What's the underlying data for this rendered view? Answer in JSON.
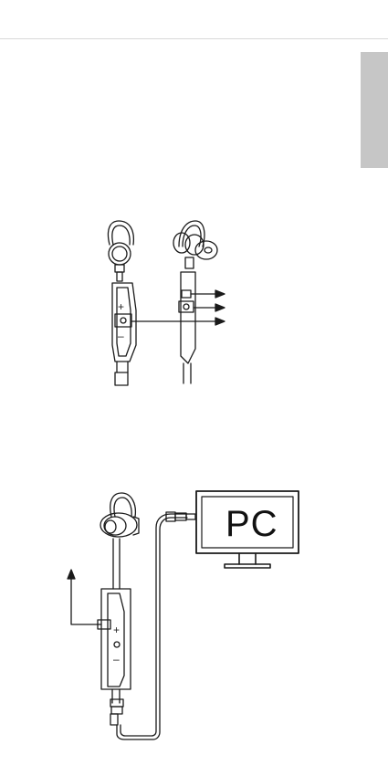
{
  "figure_top": {
    "symbols": {
      "plus": "+",
      "minus": "–"
    }
  },
  "figure_bottom": {
    "screen_label": "PC",
    "symbols": {
      "plus": "+",
      "minus": "–"
    }
  },
  "icons": [
    "earphone-left-drawing",
    "earphone-right-drawing",
    "callout-arrow-icon",
    "monitor-icon",
    "usb-cable-drawing"
  ]
}
